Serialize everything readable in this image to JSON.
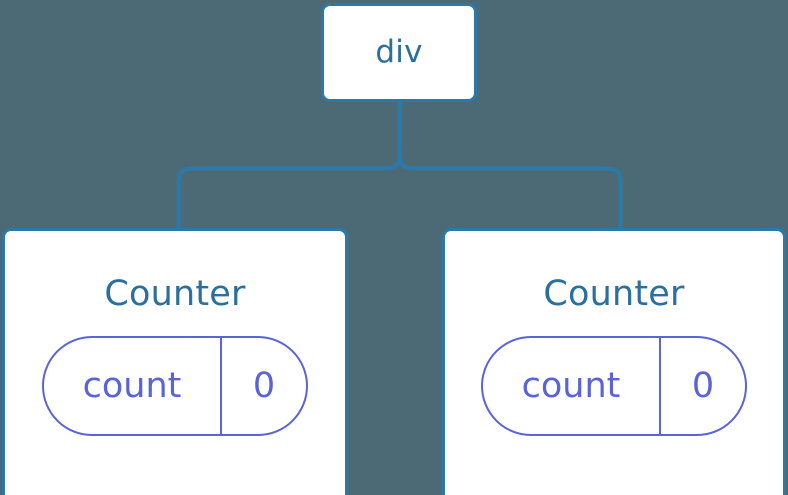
{
  "diagram": {
    "type": "component-tree",
    "background_color": "#4c6a75",
    "node_border_color": "#2b79a8",
    "node_fill_color": "#ffffff",
    "node_text_color": "#2b6f9e",
    "state_pill_color": "#5b63d8",
    "connector_color": "#2b79a8",
    "root": {
      "label": "div"
    },
    "children": [
      {
        "label": "Counter",
        "state": {
          "key": "count",
          "value": "0"
        }
      },
      {
        "label": "Counter",
        "state": {
          "key": "count",
          "value": "0"
        }
      }
    ]
  }
}
